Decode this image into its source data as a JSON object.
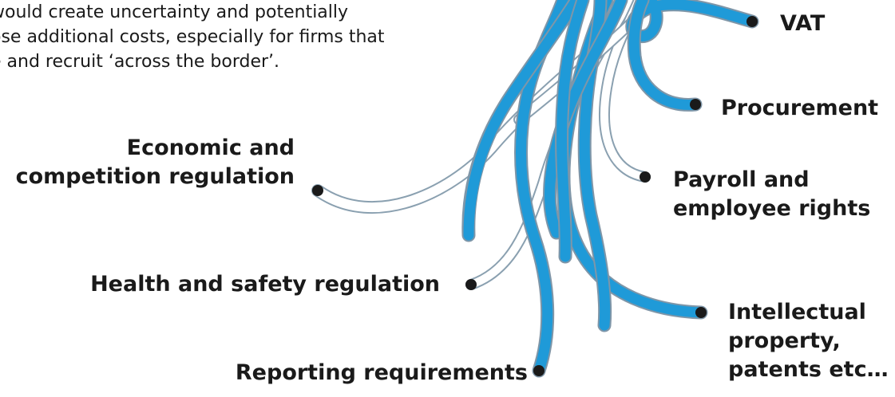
{
  "intro_text": "would create uncertainty and potentially\nose additional costs, especially for firms that\ne and recruit ‘across the border’.",
  "colors": {
    "strand_blue": "#1f9ad8",
    "strand_outline": "#8aa0b0",
    "strand_white": "#ffffff",
    "dot": "#1a1a1a",
    "text": "#1a1a1a"
  },
  "labels": {
    "vat": "VAT",
    "procurement": "Procurement",
    "payroll": "Payroll and\nemployee rights",
    "intellectual_property": "Intellectual\nproperty,\npatents etc…",
    "economic": "Economic and\ncompetition regulation",
    "health_safety": "Health and safety regulation",
    "reporting": "Reporting requirements"
  }
}
